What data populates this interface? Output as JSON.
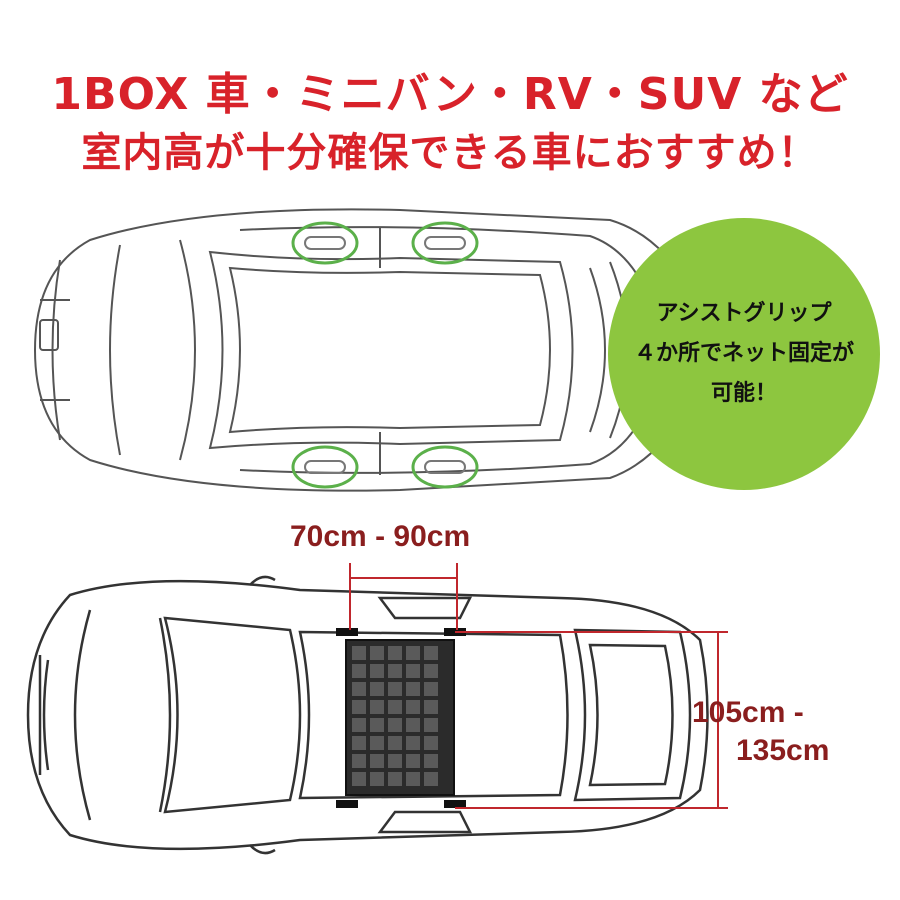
{
  "headline": {
    "line1": "1BOX 車・ミニバン・RV・SUV など",
    "line2": "室内高が十分確保できる車におすすめ！"
  },
  "badge": {
    "lines": [
      "アシストグリップ",
      "４か所でネット固定が",
      "可能！"
    ],
    "color": "#8dc63f"
  },
  "dimensions": {
    "width_label": "70cm - 90cm",
    "length_label_line1": "105cm -",
    "length_label_line2": "135cm"
  },
  "colors": {
    "headline": "#d8222a",
    "dimension_text": "#8a1e1e",
    "dimension_lines": "#c0272d",
    "grip_highlight": "#5bb04a",
    "net": "#2b2b2b"
  },
  "icons": {
    "top_car": "car-interior-top-view-illustration",
    "bottom_car": "car-top-view-with-net-illustration"
  }
}
